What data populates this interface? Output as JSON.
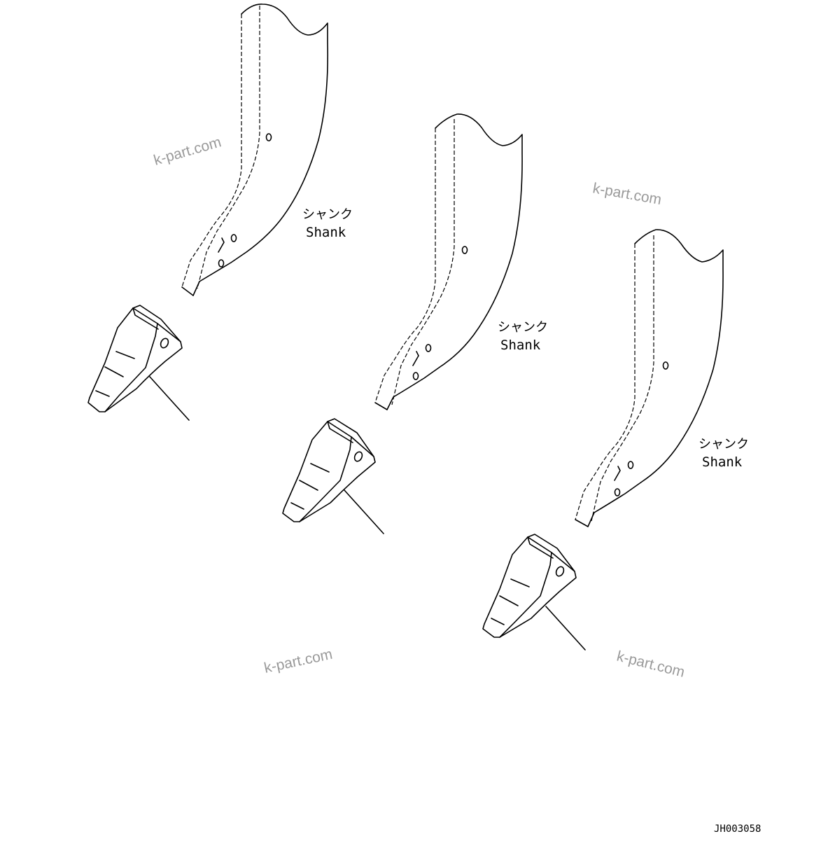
{
  "shank_label_jp": "シャンク",
  "shank_label_en": "Shank",
  "watermark_text": "k-part.com",
  "drawing_code": "JH003058",
  "line_color": "#000000",
  "watermark_color": "#9a9a9a",
  "background_color": "#ffffff"
}
